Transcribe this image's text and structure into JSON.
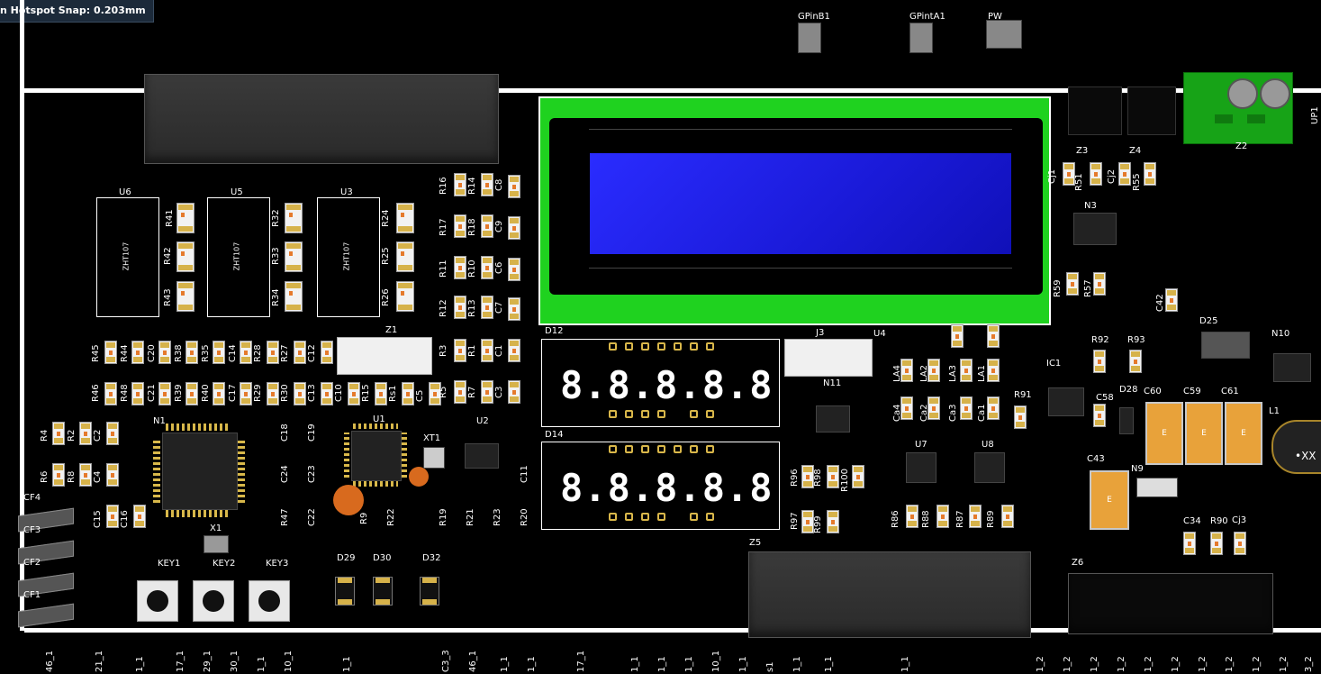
{
  "hud": {
    "text": "n Hotspot Snap: 0.203mm"
  },
  "lcd": {
    "label": ""
  },
  "displays": [
    {
      "label": "D12",
      "text": "8.8.8.8.8"
    },
    {
      "label": "D14",
      "text": "8.8.8.8.8"
    }
  ],
  "relays": [
    {
      "label": "U6",
      "part": "ZHT107"
    },
    {
      "label": "U5",
      "part": "ZHT107"
    },
    {
      "label": "U3",
      "part": "ZHT107"
    }
  ],
  "top_parts": [
    "GPinB1",
    "GPintA1",
    "PW"
  ],
  "keys": [
    "KEY1",
    "KEY2",
    "KEY3"
  ],
  "cf_labels": [
    "CF4",
    "CF3",
    "CF2",
    "CF1"
  ],
  "diodes": [
    "D29",
    "D30",
    "D32"
  ],
  "tant_caps": [
    "C60",
    "C59",
    "C61",
    "C43"
  ],
  "tant_mark": "E",
  "labels_h": {
    "z1": "Z1",
    "j3": "J3",
    "u4": "U4",
    "n1": "N1",
    "u1": "U1",
    "u2": "U2",
    "xt1": "XT1",
    "x1": "X1",
    "n11": "N11",
    "u7": "U7",
    "u8": "U8",
    "z3": "Z3",
    "z4": "Z4",
    "z2": "Z2",
    "up1": "UP1",
    "n3": "N3",
    "d25": "D25",
    "n10": "N10",
    "r92": "R92",
    "r93": "R93",
    "ic1": "IC1",
    "c58": "C58",
    "d28": "D28",
    "l1": "L1",
    "n9": "N9",
    "c34": "C34",
    "r90": "R90",
    "cj3": "Cj3",
    "z5": "Z5",
    "z6": "Z6",
    "r91": "R91",
    "r4": "R4",
    "r2": "R2",
    "c2": "C2",
    "r6": "R6",
    "r8": "R8",
    "c4": "C4",
    "we": "•XX"
  },
  "labels_v": [
    "R16",
    "R14",
    "C8",
    "R17",
    "R18",
    "C9",
    "R11",
    "R10",
    "C6",
    "R12",
    "R13",
    "C7",
    "R3",
    "R1",
    "C1",
    "R5",
    "R7",
    "C3",
    "R41",
    "R42",
    "R43",
    "R32",
    "R33",
    "R34",
    "R24",
    "R25",
    "R26",
    "R45",
    "R44",
    "C20",
    "R38",
    "R35",
    "C14",
    "R28",
    "R27",
    "C12",
    "R46",
    "R48",
    "C21",
    "R39",
    "R40",
    "C17",
    "R29",
    "R30",
    "C13",
    "C10",
    "R15",
    "Rs1",
    "C5",
    "C18",
    "C19",
    "C24",
    "C23",
    "R47",
    "C22",
    "R9",
    "R22",
    "C15",
    "C16",
    "R19",
    "R21",
    "R23",
    "R20",
    "C11",
    "R96",
    "R98",
    "R100",
    "R97",
    "R99",
    "R86",
    "R88",
    "R87",
    "R89",
    "LA4",
    "LA2",
    "LA3",
    "LA1",
    "Ca4",
    "Ca2",
    "Ca3",
    "Ca1",
    "R59",
    "R57",
    "C42",
    "Cj1",
    "R51",
    "Cj2",
    "R55"
  ],
  "edge_labels": [
    "46_1",
    "21_1",
    "1_1",
    "17_1",
    "29_1",
    "30_1",
    "1_1",
    "10_1",
    "1_1",
    "C3_3",
    "46_1",
    "1_1",
    "1_1",
    "17_1",
    "1_1",
    "1_1",
    "1_1",
    "10_1",
    "1_1",
    "s1",
    "1_1",
    "1_1",
    "1_1",
    "1_2",
    "1_2",
    "1_2",
    "1_2",
    "1_2",
    "1_2",
    "1_2",
    "1_2",
    "1_2",
    "1_2",
    "3_2"
  ]
}
